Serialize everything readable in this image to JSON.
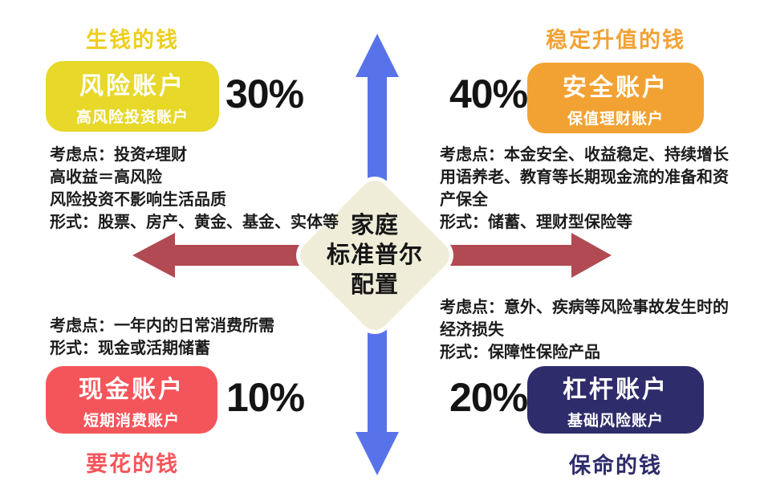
{
  "title": "家庭标准普尔配置",
  "center": {
    "label": "家庭\n标准普尔\n配置",
    "bg_color": "#efecd8"
  },
  "arrows": {
    "vertical": {
      "name": "up-down-arrow",
      "color": "#5873e9"
    },
    "horizontal": {
      "name": "left-right-arrow",
      "color": "#b14a52"
    }
  },
  "quadrants": {
    "top_left": {
      "corner_label": "生钱的钱",
      "corner_label_color": "#eccf1e",
      "account_name": "风险账户",
      "account_subtitle": "高风险投资账户",
      "box_color": "#e7d829",
      "percent": "30%",
      "description": "考虑点：投资≠理财\n高收益＝高风险\n风险投资不影响生活品质\n形式：股票、房产、黄金、基金、实体等"
    },
    "top_right": {
      "corner_label": "稳定升值的钱",
      "corner_label_color": "#f2a233",
      "account_name": "安全账户",
      "account_subtitle": "保值理财账户",
      "box_color": "#f2a233",
      "percent": "40%",
      "description": "考虑点：本金安全、收益稳定、持续增长\n用语养老、教育等长期现金流的准备和资\n产保全\n形式：储蓄、理财型保险等"
    },
    "bottom_left": {
      "corner_label": "要花的钱",
      "corner_label_color": "#f4555a",
      "account_name": "现金账户",
      "account_subtitle": "短期消费账户",
      "box_color": "#f4555a",
      "percent": "10%",
      "description": "考虑点：一年内的日常消费所需\n形式：现金或活期储蓄"
    },
    "bottom_right": {
      "corner_label": "保命的钱",
      "corner_label_color": "#2e2c6b",
      "account_name": "杠杆账户",
      "account_subtitle": "基础风险账户",
      "box_color": "#2e2c6b",
      "percent": "20%",
      "description": "考虑点：意外、疾病等风险事故发生时的\n经济损失\n形式：保障性保险产品"
    }
  }
}
